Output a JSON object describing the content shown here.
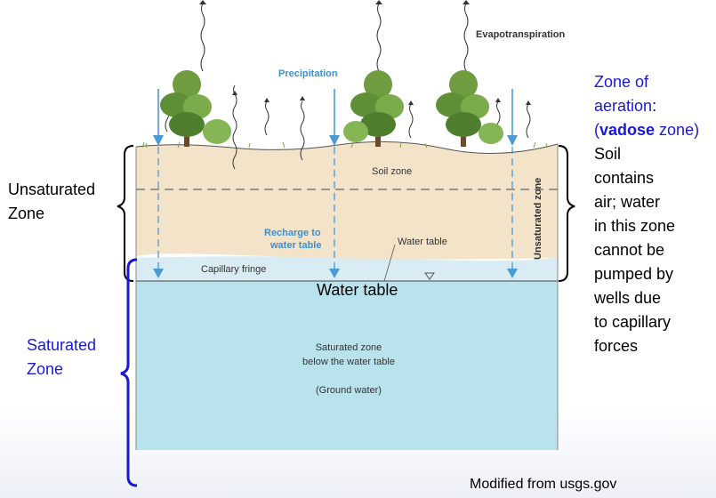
{
  "diagram": {
    "evapotranspiration": "Evapotranspiration",
    "precipitation": "Precipitation",
    "soil_zone": "Soil zone",
    "recharge_line1": "Recharge to",
    "recharge_line2": "water table",
    "water_table_inner": "Water table",
    "capillary_fringe": "Capillary fringe",
    "unsaturated_zone_vertical": "Unsaturated zone",
    "saturated_line1": "Saturated zone",
    "saturated_line2": "below the water table",
    "ground_water": "(Ground water)"
  },
  "labels": {
    "water_table": "Water table",
    "unsaturated_line1": "Unsaturated",
    "unsaturated_line2": "Zone",
    "saturated_line1": "Saturated",
    "saturated_line2": "Zone",
    "source": "Modified from usgs.gov"
  },
  "aeration": {
    "title_part1": "Zone of aeration",
    "colon": ":",
    "paren_open": "(",
    "vadose": "vadose",
    "zone_close": " zone)",
    "description_lines": [
      "Soil",
      "contains",
      "air; water",
      "in this zone",
      "cannot be",
      "pumped by",
      "wells due",
      "to capillary",
      "forces"
    ]
  },
  "colors": {
    "soil": "#f2e3c9",
    "capillary": "#d9ecf3",
    "saturated": "#b9e3ec",
    "label_blue": "#3d8fd1",
    "slide_blue": "#1a1ad6",
    "bracket_black": "#000000"
  }
}
